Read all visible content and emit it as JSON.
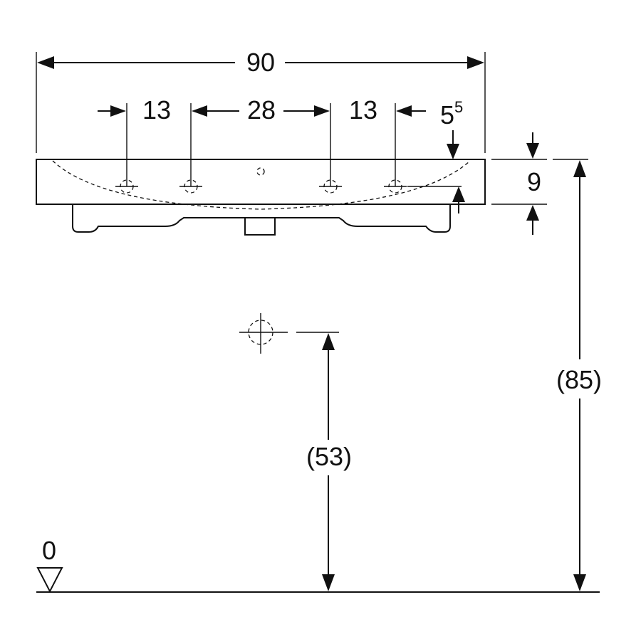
{
  "diagram": {
    "dimensions": {
      "overall_width": "90",
      "left_offset": "13",
      "center_spacing": "28",
      "right_offset": "13",
      "rim_inset_base": "5",
      "rim_inset_sup": "5",
      "rim_height": "9",
      "outlet_height": "(53)",
      "total_height": "(85)",
      "floor_level": "0"
    },
    "line_color": "#111111",
    "background_color": "#ffffff"
  }
}
